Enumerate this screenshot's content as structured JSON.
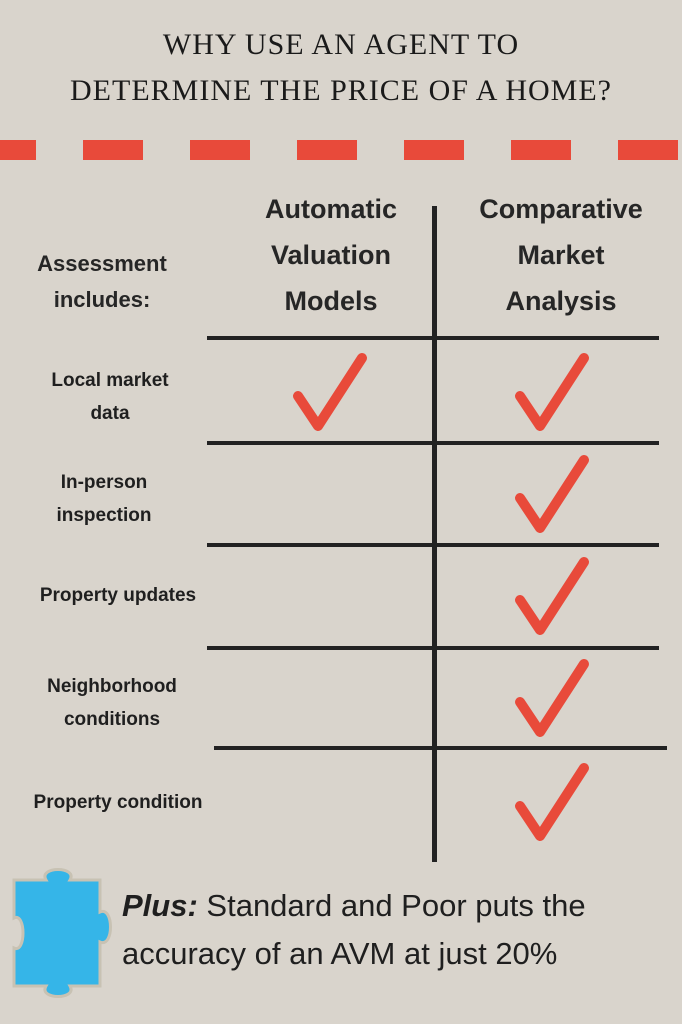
{
  "title": {
    "line1": "WHY USE AN AGENT TO",
    "line2": "DETERMINE THE PRICE OF A HOME?"
  },
  "colors": {
    "accent": "#e84a3a",
    "background": "#d9d4cc",
    "ink": "#222222",
    "puzzle": "#35b5e8"
  },
  "table": {
    "row_header": {
      "line1": "Assessment",
      "line2": "includes:"
    },
    "columns": [
      {
        "line1": "Automatic",
        "line2": "Valuation",
        "line3": "Models"
      },
      {
        "line1": "Comparative",
        "line2": "Market",
        "line3": "Analysis"
      }
    ],
    "rows": [
      {
        "line1": "Local market",
        "line2": "data",
        "avm": true,
        "cma": true
      },
      {
        "line1": "In-person",
        "line2": "inspection",
        "avm": false,
        "cma": true
      },
      {
        "line1": "Property updates",
        "line2": "",
        "avm": false,
        "cma": true
      },
      {
        "line1": "Neighborhood",
        "line2": "conditions",
        "avm": false,
        "cma": true
      },
      {
        "line1": "Property condition",
        "line2": "",
        "avm": false,
        "cma": true
      }
    ]
  },
  "footer": {
    "icon": "puzzle-piece-icon",
    "label": "Plus:",
    "text": " Standard and Poor puts the accuracy of an AVM at just 20%"
  }
}
